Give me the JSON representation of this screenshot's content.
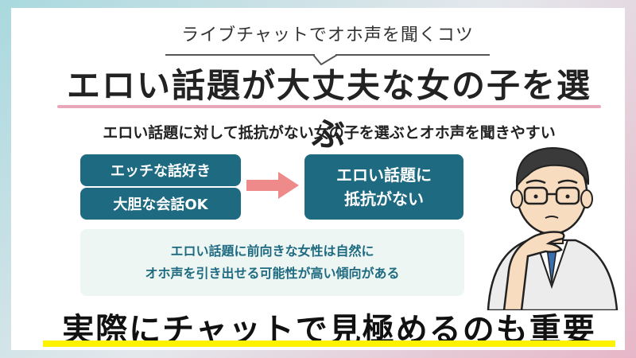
{
  "subtitle": "ライブチャットでオホ声を聞くコツ",
  "main_title": "エロい話題が大丈夫な女の子を選ぶ",
  "lead": "エロい話題に対して抵抗がない女の子を選ぶとオホ声を聞きやすい",
  "tags": [
    {
      "label": "エッチな話好き"
    },
    {
      "label": "大胆な会話OK"
    }
  ],
  "result": {
    "line1": "エロい話題に",
    "line2": "抵抗がない"
  },
  "note": {
    "line1": "エロい話題に前向きな女性は自然に",
    "line2": "オホ声を引き出せる可能性が高い傾向がある"
  },
  "bottom_title": "実際にチャットで見極めるのも重要",
  "colors": {
    "teal": "#1e6a80",
    "pink_underline": "#e9a8b9",
    "yellow_underline": "#fff200",
    "arrow": "#ee8a8a",
    "note_bg": "#eef6f4"
  },
  "icons": {
    "arrow": "right-arrow-icon",
    "person": "thinking-man-illustration"
  }
}
